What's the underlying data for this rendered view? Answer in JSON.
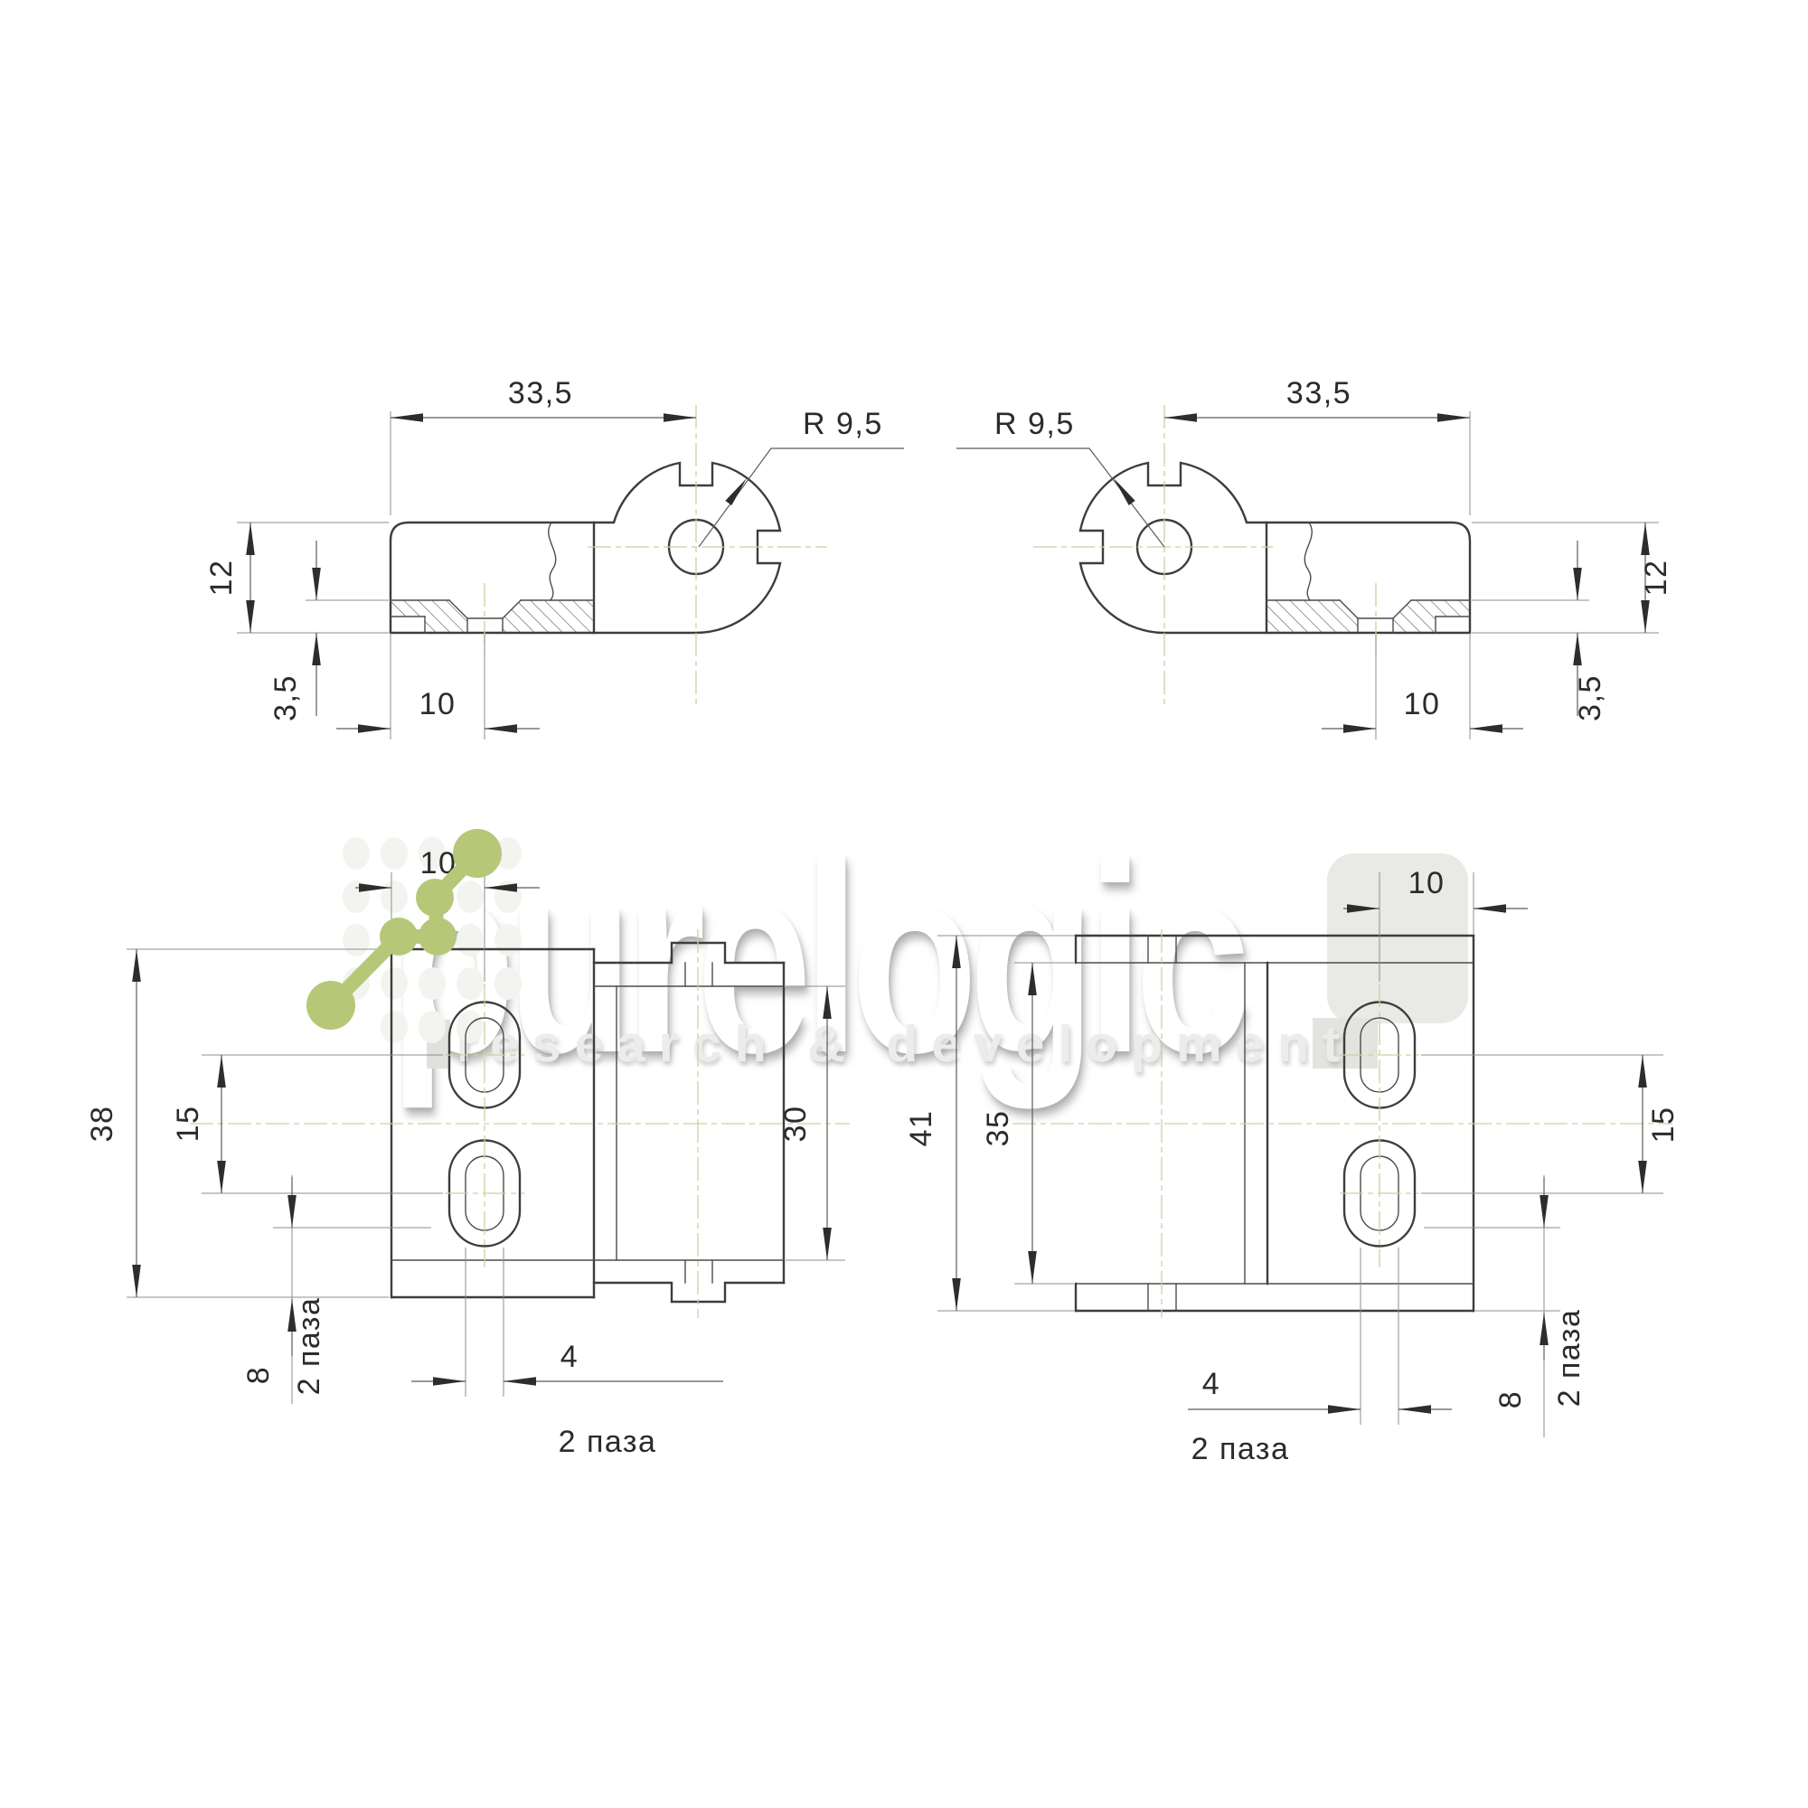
{
  "watermark": {
    "brand": "purelogic",
    "tagline": "research & development"
  },
  "colors": {
    "outline": "#3d3d3d",
    "thin_line": "#4c4c4c",
    "extension_line": "#8d8d8d",
    "centerline_olive": "#cdd1a0",
    "dim_text": "#2b2b2b",
    "logo_green": "#b6c878",
    "watermark_gray": "#ececea",
    "background": "#ffffff"
  },
  "views": {
    "top_left_side": {
      "dims": {
        "body_width": "33,5",
        "disc_radius": "R 9,5",
        "body_height": "12",
        "flange_thickness": "3,5",
        "counterbore_offset": "10"
      }
    },
    "top_right_side": {
      "dims": {
        "body_width": "33,5",
        "disc_radius": "R 9,5",
        "body_height": "12",
        "flange_thickness": "3,5",
        "counterbore_offset": "10"
      }
    },
    "bottom_left_front": {
      "dims": {
        "slot_center_offset": "10",
        "outer_height": "38",
        "slot_pitch": "15",
        "inner_height": "30",
        "flange_height": "8",
        "slot_width": "4"
      },
      "labels": {
        "slot_count_side": "2 паза",
        "slot_count_bottom": "2 паза"
      }
    },
    "bottom_right_front": {
      "dims": {
        "slot_center_offset": "10",
        "outer_height": "41",
        "inner_height": "35",
        "slot_pitch": "15",
        "flange_height": "8",
        "slot_width": "4"
      },
      "labels": {
        "slot_count_side": "2 паза",
        "slot_count_bottom": "2 паза"
      }
    }
  }
}
